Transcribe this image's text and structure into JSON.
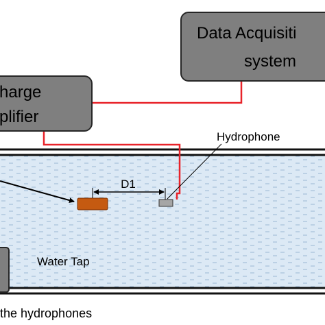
{
  "diagram": {
    "daq_box": {
      "line1": "Data Acquisiti",
      "line2": "system"
    },
    "amp_box": {
      "line1": "harge",
      "line2": "plifier"
    },
    "hydrophone_label": "Hydrophone",
    "distance_label": "D1",
    "water_tap_label": "Water Tap",
    "caption": "the hydrophones"
  },
  "colors": {
    "box_fill": "#7f7f7f",
    "box_border": "#262626",
    "wire": "#e8232a",
    "pipe_wall": "#111111",
    "water": "#dce9f5",
    "water_dash": "#9ab7d2",
    "source_fill": "#c55a11",
    "source_border": "#7a3306",
    "sensor_fill": "#a6a6a6"
  }
}
